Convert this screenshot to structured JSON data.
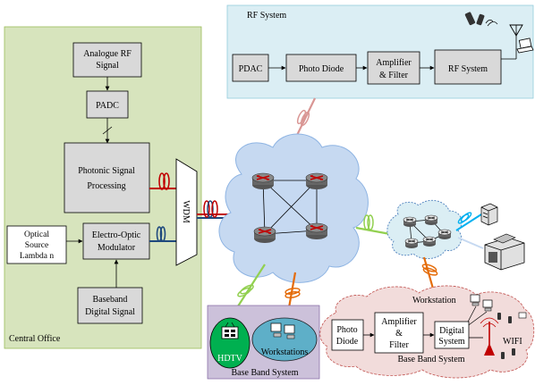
{
  "colors": {
    "central_office_bg": "#d7e4bd",
    "rf_panel_bg": "#dbeef4",
    "cloud_blue": "#c6d9f1",
    "cloud_light": "#dbeef4",
    "baseband_left_bg": "#ccc1da",
    "baseband_right_bg": "#f2dcdb",
    "box_fill": "#d9d9d9",
    "fiber_red": "#c00000",
    "fiber_blue": "#1f497d",
    "fiber_green": "#92d050",
    "fiber_orange": "#e46c0a",
    "fiber_cyan": "#00b0f0",
    "hdtv_green": "#00b050"
  },
  "central_office": {
    "label": "Central Office",
    "analogue_rf": [
      "Analogue RF",
      "Signal"
    ],
    "padc": "PADC",
    "photonic": [
      "Photonic Signal",
      "Processing"
    ],
    "optical_source": [
      "Optical",
      "Source",
      "Lambda n"
    ],
    "eo_modulator": [
      "Electro-Optic",
      "Modulator"
    ],
    "baseband_digital": [
      "Baseband",
      "Digital Signal"
    ],
    "wdm": "WDM"
  },
  "rf_system": {
    "title": "RF System",
    "pdac": "PDAC",
    "photo_diode": "Photo Diode",
    "amplifier": [
      "Amplifier",
      "& Filter"
    ],
    "rf_system_box": "RF System",
    "icons": [
      "mobile-phone-icon",
      "antenna-icon",
      "laptop-icon"
    ]
  },
  "baseband_left": {
    "label": "Base Band System",
    "hdtv": "HDTV",
    "workstations": "Workstations"
  },
  "baseband_right": {
    "label": "Base Band System",
    "workstation_label": "Workstation",
    "photo_diode": [
      "Photo",
      "Diode"
    ],
    "amplifier": [
      "Amplifier",
      "&",
      "Filter"
    ],
    "digital_system": [
      "Digital",
      "System"
    ],
    "wifi": "WIFI"
  },
  "network": {
    "core_cloud": "core-router-cloud",
    "metro_cloud": "metro-router-cloud",
    "icons": [
      "router-icon",
      "server-icon",
      "printer-icon"
    ]
  }
}
